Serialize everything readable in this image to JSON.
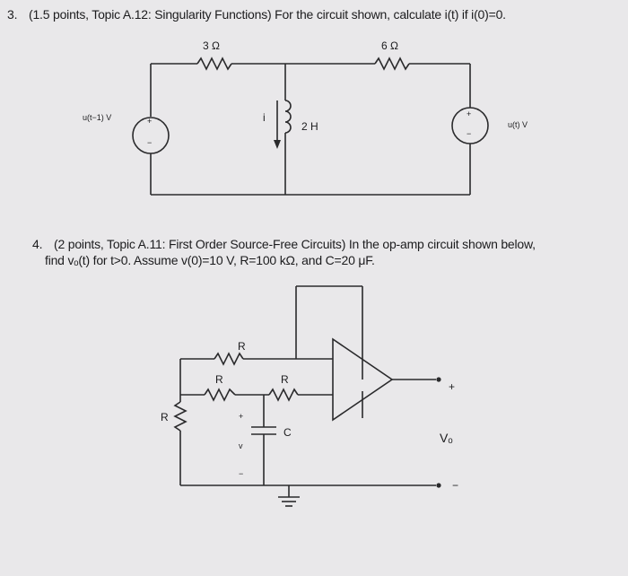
{
  "problem3": {
    "number": "3.",
    "text": "(1.5 points, Topic A.12: Singularity Functions) For the circuit shown, calculate i(t) if i(0)=0.",
    "labels": {
      "resistor_left": "3 Ω",
      "resistor_right": "6 Ω",
      "source_left": "u(t−1) V",
      "source_right": "u(t) V",
      "current": "i",
      "inductor": "2 H",
      "plus_left": "+",
      "minus_left": "−",
      "plus_right": "+",
      "minus_right": "−"
    }
  },
  "problem4": {
    "number": "4.",
    "line1": "(2 points, Topic A.11: First Order Source-Free Circuits) In the op-amp circuit shown below,",
    "line2": "find vₒ(t) for t>0. Assume v(0)=10 V, R=100 kΩ, and C=20 μF.",
    "labels": {
      "r_top": "R",
      "r_mid_left": "R",
      "r_mid_right": "R",
      "r_left": "R",
      "capacitor": "C",
      "cap_plus": "+",
      "cap_v": "v",
      "cap_minus": "−",
      "out_plus": "+",
      "out_minus": "−",
      "vo": "Vₒ"
    }
  }
}
